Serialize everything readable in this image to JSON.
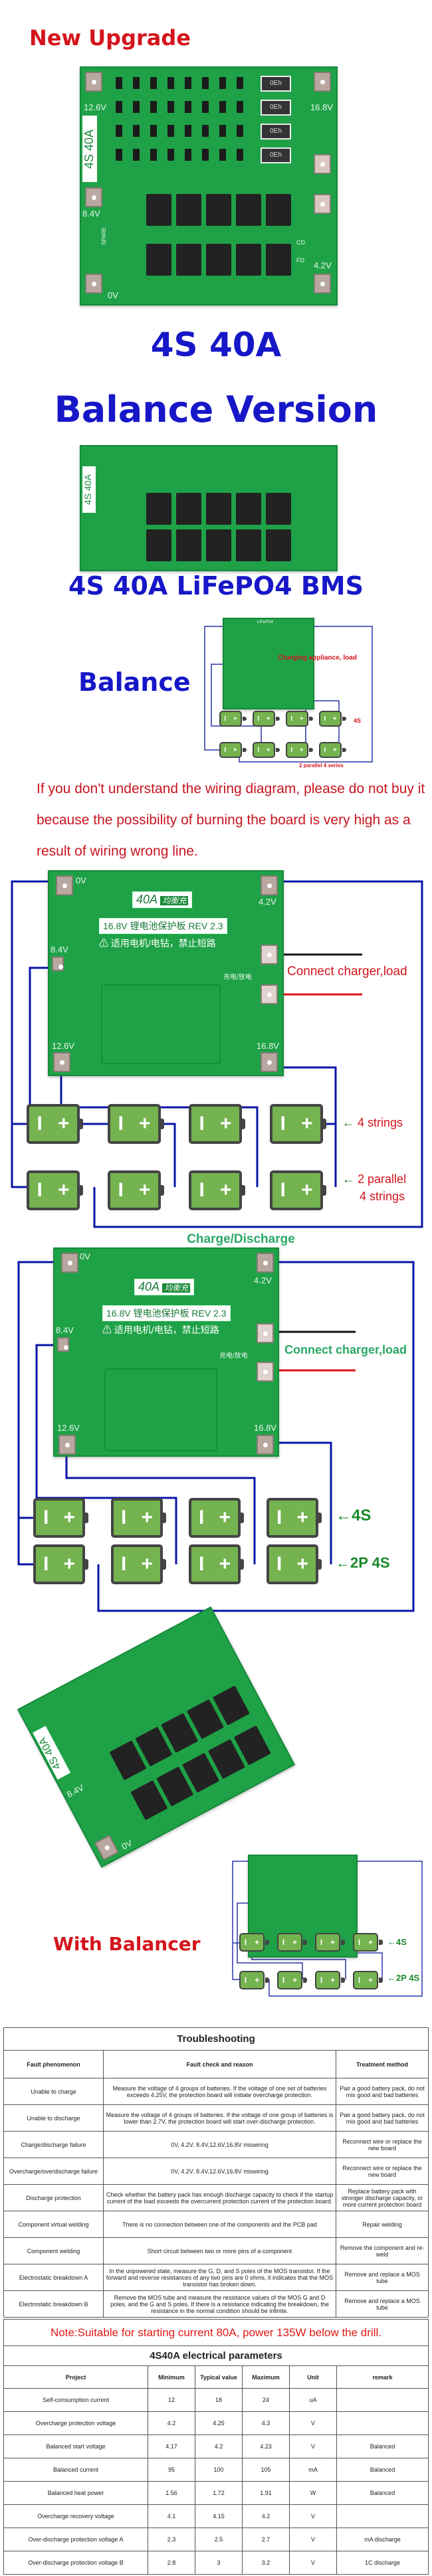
{
  "header": {
    "new_upgrade": "New Upgrade",
    "title_line1": "4S 40A",
    "title_line2": "Balance Version"
  },
  "board1": {
    "labels": [
      "12.6V",
      "16.8V",
      "8.4V",
      "0V",
      "4.2V",
      "CD",
      "FD",
      "SPARE"
    ],
    "side_text": "4S 40A",
    "resistor": "0Eh"
  },
  "lifepo4": {
    "title": "4S 40A LiFePO4 BMS",
    "balance_label": "Balance",
    "board_text": "LiFePO4",
    "load_label": "Charging appliance, load",
    "row1_label": "4S",
    "row2_label": "2 parallel 4 series"
  },
  "warning": {
    "text": "If you don't understand the wiring diagram, please do not buy it because the possibility of burning the board is very high as a result of wiring wrong line."
  },
  "diagram1": {
    "pads": {
      "p0": "0V",
      "p42": "4.2V",
      "p84": "8.4V",
      "p126": "12.6V",
      "p168": "16.8V"
    },
    "logo": "40A",
    "logo_cn": "均衡充",
    "model": "16.8V 锂电池保护板 REV 2.3",
    "warn_cn": "适用电机/电钻，禁止短路",
    "port_cn": "充电/放电",
    "connect_label": "Connect charger,load",
    "row1_label": "4 strings",
    "row2_label_1": "2 parallel",
    "row2_label_2": "4 strings"
  },
  "diagram2": {
    "title": "Charge/Discharge",
    "connect_label": "Connect charger,load",
    "row1_label": "4S",
    "row2_label": "2P 4S"
  },
  "balancer": {
    "label": "With Balancer",
    "row1_label": "4S",
    "row2_label": "2P 4S",
    "board_labels": [
      "8.4V",
      "0V"
    ]
  },
  "battery": {
    "minus": "I",
    "plus": "+"
  },
  "colors": {
    "wire": "#0a14a8",
    "pcb": "#1fa247",
    "red_text": "#d3141c",
    "blue_text": "#1717c8",
    "green_text": "#2aa866"
  },
  "troubleshooting": {
    "title": "Troubleshooting",
    "headers": [
      "Fault phenomenon",
      "Fault check and reason",
      "Treatment method"
    ],
    "rows": [
      [
        "Unable to charge",
        "Measure the voltage of 4 groups of batteries. If the voltage of one set of batteries exceeds 4.25V, the protection board will initiate overcharge protection.",
        "Pair a good battery pack, do not mix good and bad batteries"
      ],
      [
        "Unable to discharge",
        "Measure the voltage of 4 groups of batteries. If the voltage of one group of batteries is lower than 2.7V, the protection board will start over-discharge protection.",
        "Pair a good battery pack, do not mix good and bad batteries"
      ],
      [
        "Charge/discharge failure",
        "0V, 4.2V, 8.4V,12.6V,16.8V miswiring",
        "Reconnect wire or replace the new board"
      ],
      [
        "Overcharge/overdischarge failure",
        "0V, 4.2V, 8.4V,12.6V,16.8V miswiring",
        "Reconnect wire or replace the new board"
      ],
      [
        "Discharge protection",
        "Check whether the battery pack has enough discharge capacity to check if the startup current of the load exceeds the overcurrent protection current of the protection board.",
        "Replace battery pack with stronger discharge capacity, or more current protection board"
      ],
      [
        "Component virtual welding",
        "There is no connection between one of the components and the PCB pad",
        "Repair welding"
      ],
      [
        "Component welding",
        "Short circuit between two or more pins of a component",
        "Remove the component and re-weld"
      ],
      [
        "Electrostatic breakdown A",
        "In the unpowered state, measure the G, D, and S poles of the MOS transistor. If the forward and reverse resistances of any two pins are 0 ohms, it indicates that the MOS transistor has broken down.",
        "Remove and replace a MOS tube"
      ],
      [
        "Electrostatic breakdown B",
        "Remove the MOS tube and measure the resistance values of the MOS G and D poles, and the G and S poles. If there is a resistance indicating the breakdown, the resistance in the normal condition should be infinite.",
        "Remove and replace a MOS tube"
      ]
    ]
  },
  "note": "Note:Suitable for starting current 80A, power 135W below the drill.",
  "params": {
    "title": "4S40A electrical parameters",
    "headers": [
      "Project",
      "Minimum",
      "Typical value",
      "Maximum",
      "Unit",
      "remark"
    ],
    "rows": [
      [
        "Self-consumption current",
        "12",
        "18",
        "24",
        "uA",
        ""
      ],
      [
        "Overcharge protection voltage",
        "4.2",
        "4.25",
        "4.3",
        "V",
        ""
      ],
      [
        "Balanced start voltage",
        "4.17",
        "4.2",
        "4.23",
        "V",
        "Balanced"
      ],
      [
        "Balanced current",
        "95",
        "100",
        "105",
        "mA",
        "Balanced"
      ],
      [
        "Balanced heat power",
        "1.56",
        "1.72",
        "1.91",
        "W",
        "Balanced"
      ],
      [
        "Overcharge recovery voltage",
        "4.1",
        "4.15",
        "4.2",
        "V",
        ""
      ],
      [
        "Over-discharge protection voltage A",
        "2.3",
        "2.5",
        "2.7",
        "V",
        "mA discharge"
      ],
      [
        "Over-discharge protection voltage B",
        "2.8",
        "3",
        "3.2",
        "V",
        "1C discharge"
      ]
    ]
  }
}
